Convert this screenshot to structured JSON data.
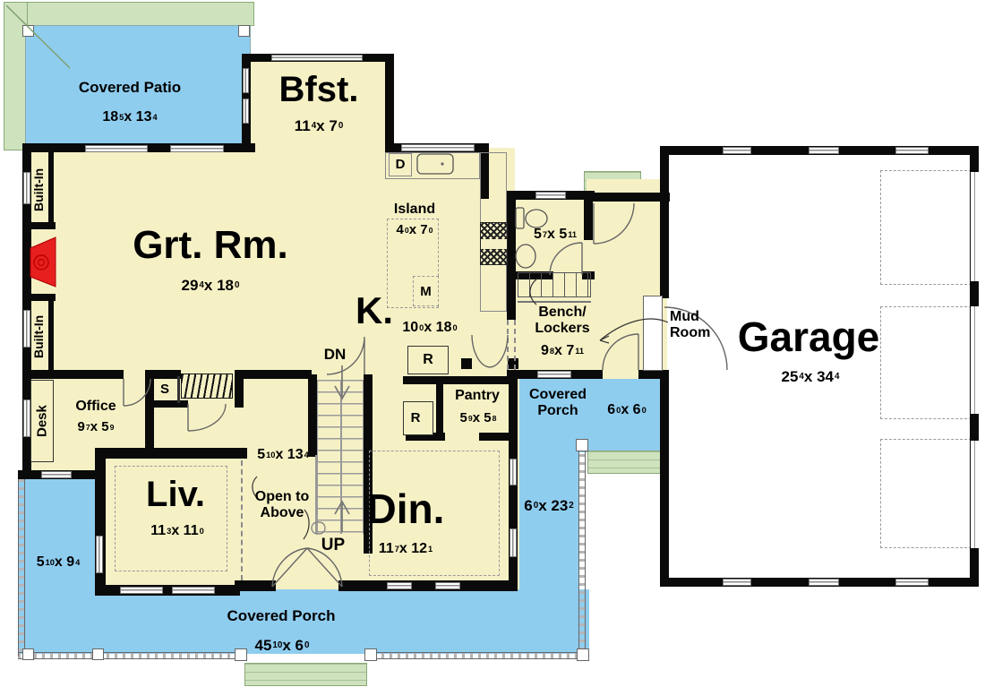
{
  "colors": {
    "room_fill": "#F6F1C5",
    "porch_fill": "#8FCDEF",
    "roof_green": "#CDE2BD",
    "wall": "#0a0a0a",
    "fireplace_red": "#E81F1F"
  },
  "rooms": {
    "patio": {
      "label": "Covered Patio",
      "dim": "18^5 x 13^4"
    },
    "bfst": {
      "label": "Bfst.",
      "dim": "11^4 x 7^0"
    },
    "grt_rm": {
      "label": "Grt. Rm.",
      "dim": "29^4 x 18^0"
    },
    "kitchen": {
      "label": "K.",
      "dim": "10^0 x 18^0"
    },
    "island": {
      "label": "Island",
      "dim": "4^0 x 7^0"
    },
    "bath": {
      "dim": "5^7 x 5^11"
    },
    "bench_lockers": {
      "line1": "Bench/",
      "line2": "Lockers",
      "dim": "9^8 x 7^11"
    },
    "mud_room": {
      "line1": "Mud",
      "line2": "Room"
    },
    "garage": {
      "label": "Garage",
      "dim": "25^4 x 34^4"
    },
    "office": {
      "label": "Office",
      "dim": "9^7 x 5^9"
    },
    "pantry": {
      "label": "Pantry",
      "dim": "5^9 x 5^8"
    },
    "liv": {
      "label": "Liv.",
      "dim": "11^3 x 11^0"
    },
    "din": {
      "label": "Din.",
      "dim": "11^7 x 12^1"
    },
    "porch_bottom": {
      "label": "Covered Porch",
      "dim": "45^10 x 6^0"
    },
    "porch_side": {
      "label": "Covered Porch",
      "dim": "6^0 x 6^0"
    },
    "porch_side_strip_dim": "6^0 x 23^2",
    "porch_left_dim": "5^10 x 9^4",
    "foyer_dim": "5^10 x 13^4",
    "open_to_above": {
      "line1": "Open to",
      "line2": "Above"
    }
  },
  "fixtures": {
    "dishwasher": "D",
    "microwave": "M",
    "fridge": "R",
    "fridge2": "R",
    "closet": "S",
    "desk": "Desk",
    "built_in_top": "Built-In",
    "built_in_bottom": "Built-In"
  },
  "stairs": {
    "up": "UP",
    "down": "DN"
  }
}
